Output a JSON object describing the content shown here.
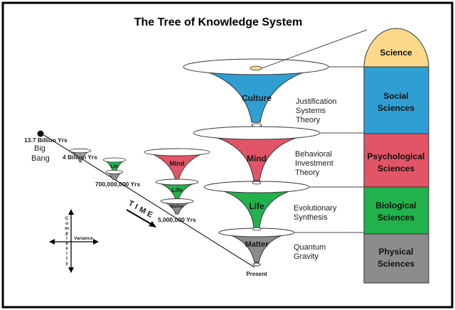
{
  "title": "The Tree of Knowledge System",
  "origin": {
    "age": "13.7 Billion Yrs",
    "big": "Big",
    "bang": "Bang"
  },
  "timeline": {
    "cone1_label": "4 Billion Yrs",
    "cone2_label": "700,000,000 Yrs",
    "cone3_label": "5,000,000 Yrs",
    "time_letters": [
      "T",
      "I",
      "M",
      "E"
    ],
    "present": "Present"
  },
  "small_cone_labels": {
    "life": "Life",
    "mind": "Mind",
    "matter": "Matter"
  },
  "main_levels": [
    {
      "name": "Culture",
      "color": "#2f9fd3"
    },
    {
      "name": "Mind",
      "color": "#e25566"
    },
    {
      "name": "Life",
      "color": "#21b24b"
    },
    {
      "name": "Matter",
      "color": "#8c8c8c"
    }
  ],
  "theories": [
    {
      "line1": "Justification",
      "line2": "Systems",
      "line3": "Theory"
    },
    {
      "line1": "Behavioral",
      "line2": "Investment",
      "line3": "Theory"
    },
    {
      "line1": "Evolutionary",
      "line2": "Synthesis"
    },
    {
      "line1": "Quantum",
      "line2": "Gravity"
    }
  ],
  "science_column": [
    {
      "line1": "Science",
      "line2": "",
      "color": "#fbd98a"
    },
    {
      "line1": "Social",
      "line2": "Sciences",
      "color": "#2f9fd3"
    },
    {
      "line1": "Psychological",
      "line2": "Sciences",
      "color": "#e25566"
    },
    {
      "line1": "Biological",
      "line2": "Sciences",
      "color": "#21b24b"
    },
    {
      "line1": "Physical",
      "line2": "Sciences",
      "color": "#8c8c8c"
    }
  ],
  "axes": {
    "vertical_label": "Complexity",
    "horizontal_label": "Variance"
  }
}
